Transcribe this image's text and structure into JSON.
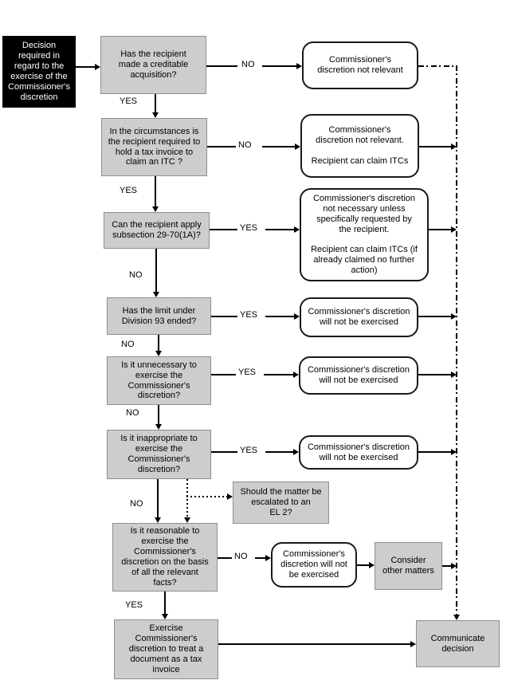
{
  "colors": {
    "decision_fill": "#cbcbcb",
    "decision_border": "#8f8f8f",
    "result_fill": "#ffffff",
    "result_border": "#1a1a1a",
    "start_bg": "#000000",
    "start_fg": "#ffffff",
    "line": "#000000"
  },
  "labels": {
    "yes": "YES",
    "no": "NO"
  },
  "nodes": {
    "start": "Decision\nrequired in\nregard to the\nexercise of the\nCommissioner's\ndiscretion",
    "q1": "Has the recipient\nmade a creditable\nacquisition?",
    "q2": "In the circumstances is\nthe recipient required to\nhold a tax invoice to\nclaim an ITC ?",
    "q3": "Can the recipient apply\nsubsection 29-70(1A)?",
    "q4": "Has the limit under\nDivision 93 ended?",
    "q5": "Is it unnecessary to\nexercise the\nCommissioner's\ndiscretion?",
    "q6": "Is it inappropriate to\nexercise the\nCommissioner's\ndiscretion?",
    "q7": "Is it reasonable to\nexercise the\nCommissioner's\ndiscretion on the basis\nof all the relevant\nfacts?",
    "r1": "Commissioner's\ndiscretion not relevant",
    "r2": "Commissioner's\ndiscretion not relevant.\n\nRecipient can claim ITCs",
    "r3": "Commissioner's discretion\nnot necessary unless\nspecifically requested by\nthe recipient.\n\nRecipient can claim ITCs (if\nalready claimed no further\naction)",
    "r4": "Commissioner's discretion\nwill not be exercised",
    "r5": "Commissioner's discretion\nwill not be exercised",
    "r6": "Commissioner's discretion\nwill not be exercised",
    "r7": "Commissioner's\ndiscretion will not\nbe exercised",
    "escalate": "Should the matter be\nescalated to an\nEL 2?",
    "consider": "Consider\nother matters",
    "exercise": "Exercise\nCommissioner's\ndiscretion to treat a\ndocument as a tax\ninvoice",
    "communicate": "Communicate\ndecision"
  }
}
